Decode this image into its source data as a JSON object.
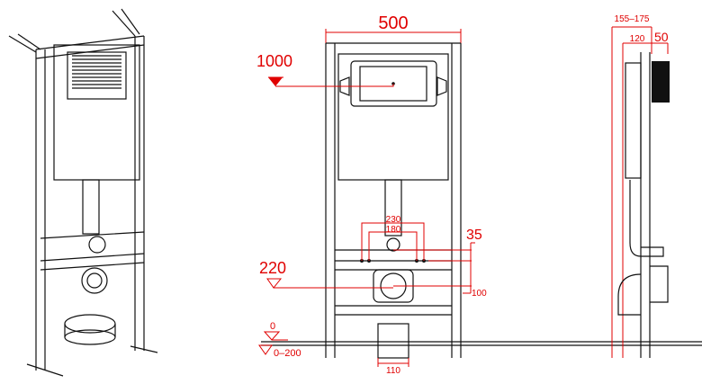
{
  "drawing": {
    "front_view": {
      "width_dim": "500",
      "height_1000": "1000",
      "height_220": "220",
      "floor_0": "0",
      "floor_range": "0–200",
      "dim_230": "230",
      "dim_180": "180",
      "dim_35": "35",
      "dim_100": "100",
      "dim_110": "110"
    },
    "side_view": {
      "depth_range": "155–175",
      "dim_120": "120",
      "dim_50": "50"
    },
    "colors": {
      "dimension": "#e00000",
      "line": "#111111"
    }
  }
}
